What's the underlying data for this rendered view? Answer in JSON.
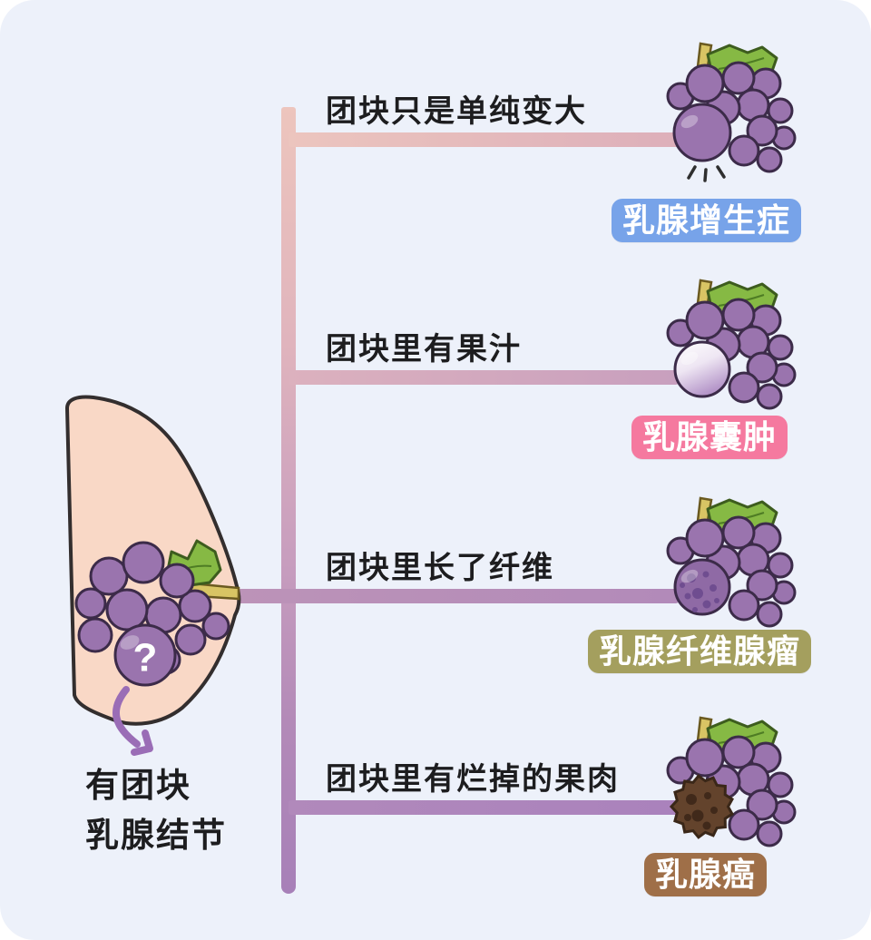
{
  "card": {
    "background_color": "#edf1fa",
    "outer_background_color": "#ffffff"
  },
  "source": {
    "icon": "breast-with-grape-lump-icon",
    "caption_line1": "有团块",
    "caption_line2": "乳腺结节",
    "lump_question_mark": "?",
    "arrow_icon": "curved-down-arrow-icon",
    "arrow_color": "#9a6db6",
    "breast_fill_color": "#f9d8c6"
  },
  "tree": {
    "trunk_top_color": "#edc5bd",
    "trunk_bottom_color": "#a780b8",
    "branches": [
      {
        "condition": "团块只是单纯变大",
        "diagnosis": "乳腺增生症",
        "tag_color": "#77a3e9",
        "branch_color": "#ecc5be",
        "grape_variant": "enlarged",
        "grape_icon": "grape-bunch-enlarged-icon"
      },
      {
        "condition": "团块里有果汁",
        "diagnosis": "乳腺囊肿",
        "tag_color": "#f5799f",
        "branch_color": "#d5a8be",
        "grape_variant": "juice",
        "grape_icon": "grape-bunch-juice-icon"
      },
      {
        "condition": "团块里长了纤维",
        "diagnosis": "乳腺纤维腺瘤",
        "tag_color": "#a49f5e",
        "branch_color": "#b78eb8",
        "grape_variant": "fiber",
        "grape_icon": "grape-bunch-fiber-icon"
      },
      {
        "condition": "团块里有烂掉的果肉",
        "diagnosis": "乳腺癌",
        "tag_color": "#9f6f48",
        "branch_color": "#ad85bc",
        "grape_variant": "rotten",
        "grape_icon": "grape-bunch-rotten-icon"
      }
    ]
  }
}
